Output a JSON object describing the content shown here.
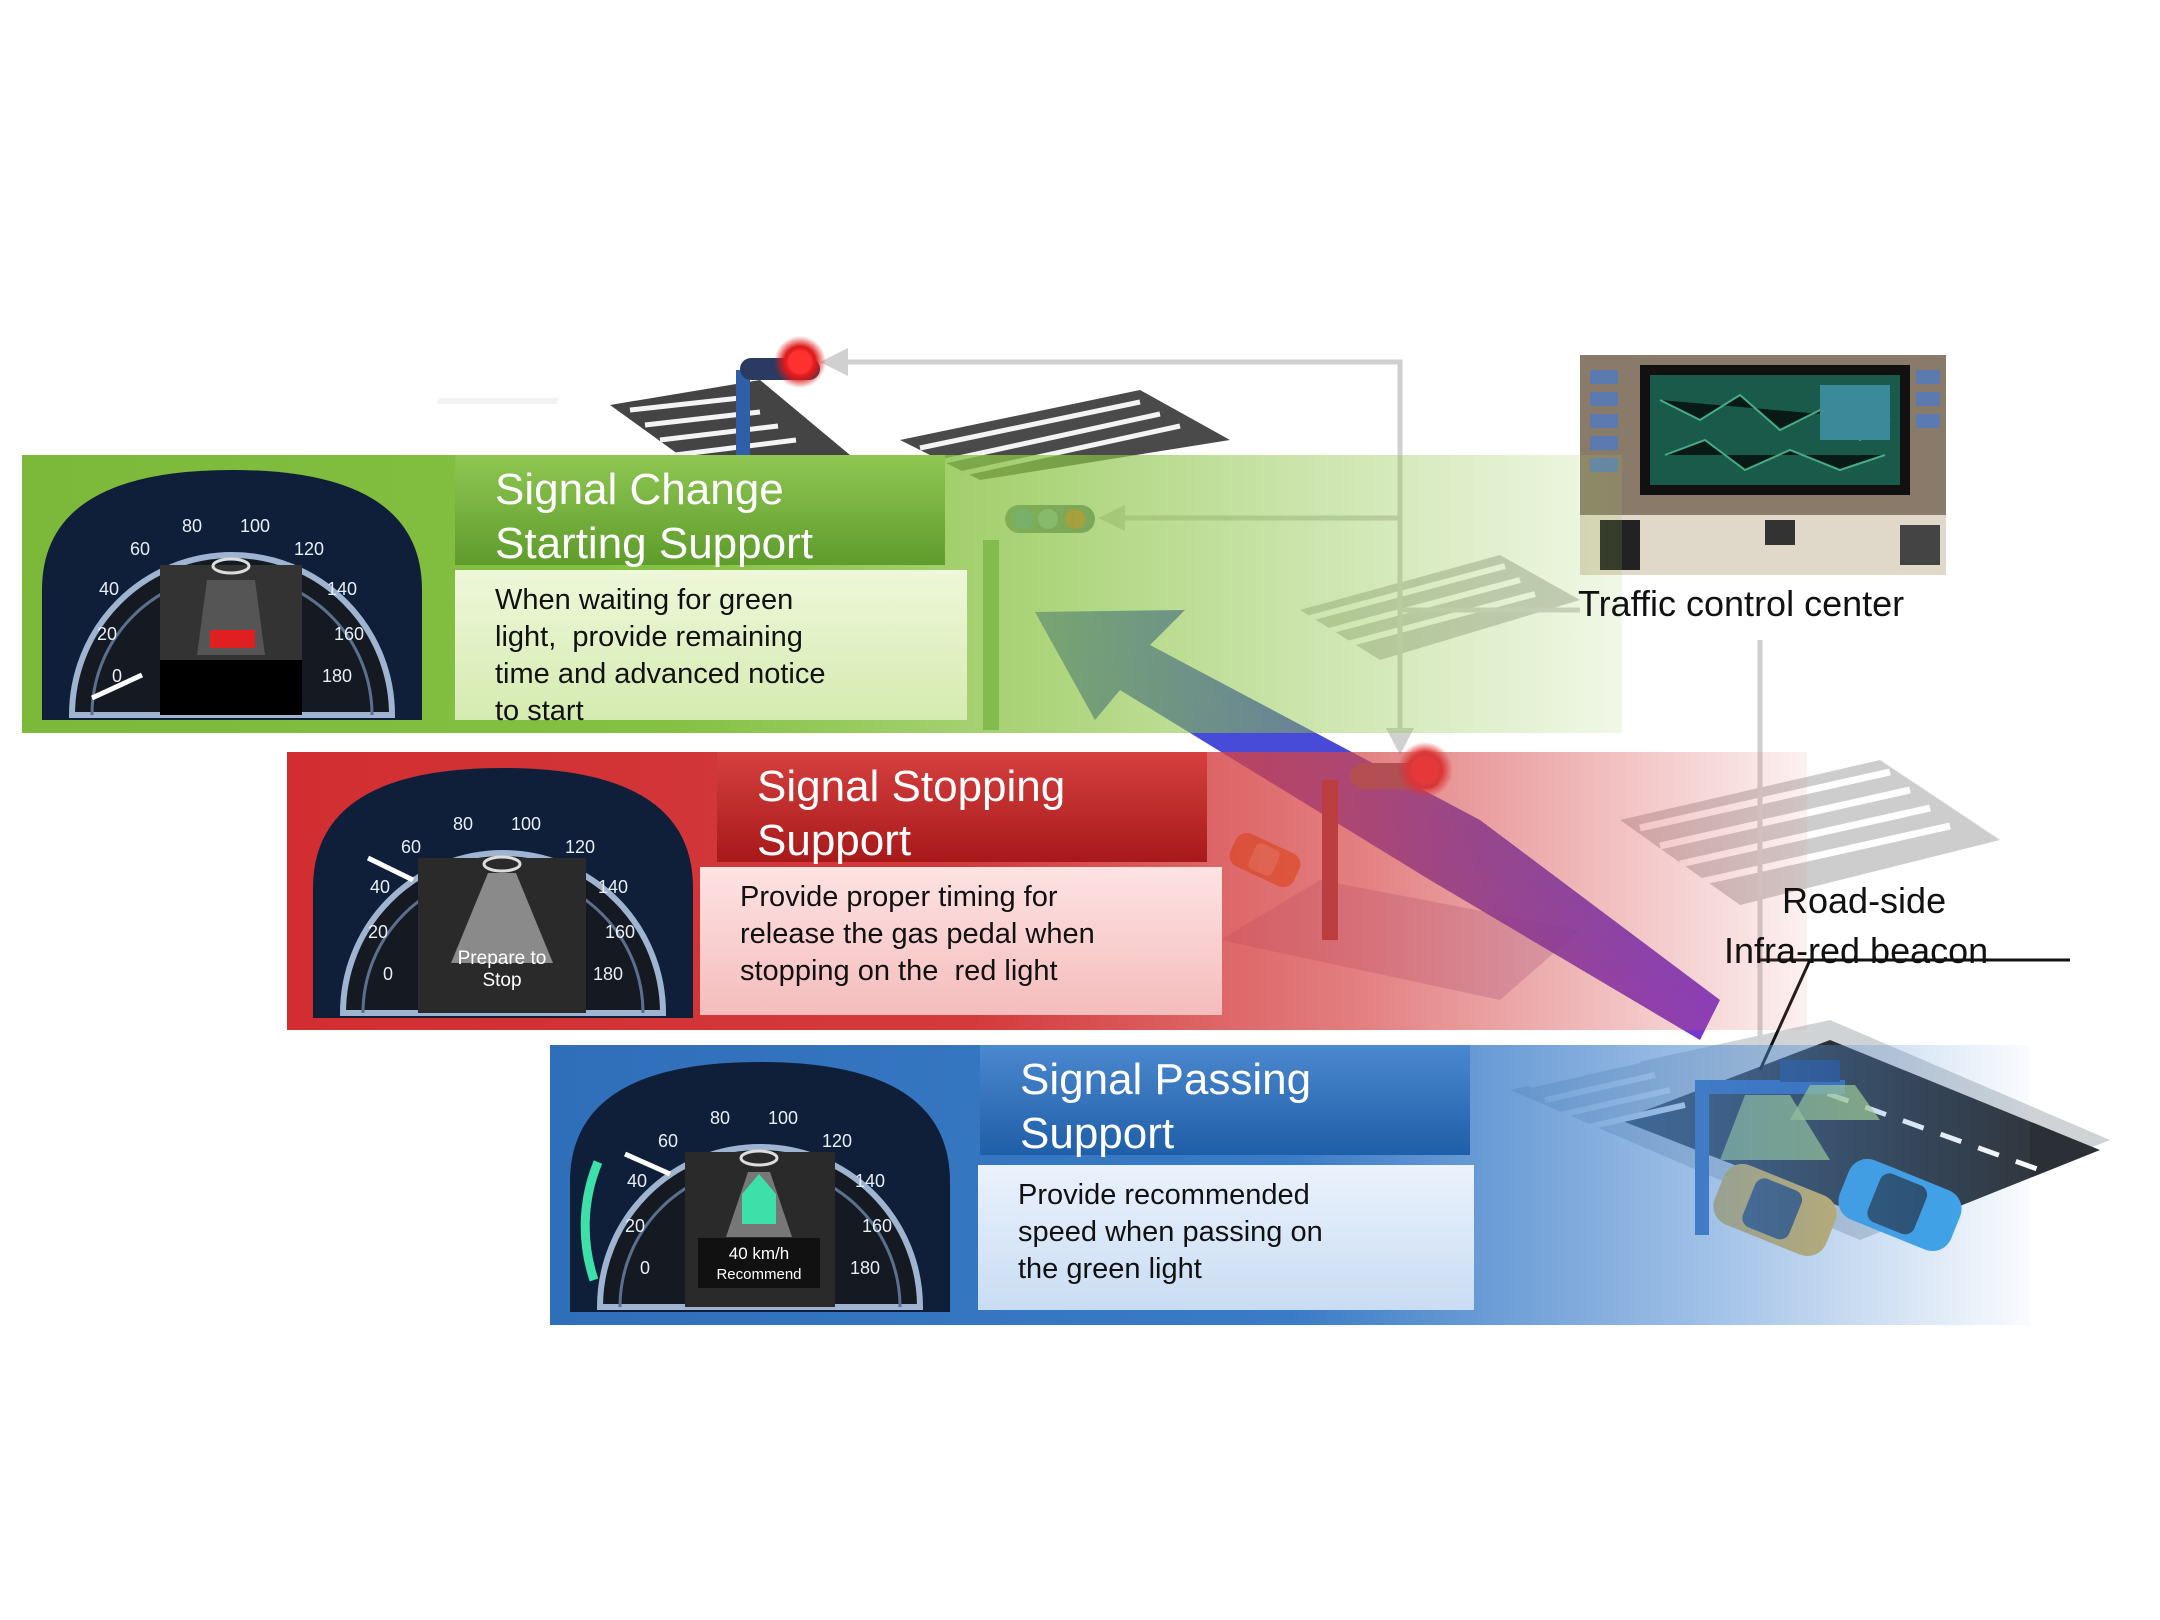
{
  "panels": {
    "signal_change": {
      "title_line1": "Signal Change",
      "title_line2": "Starting Support",
      "desc_line1": "When waiting for green",
      "desc_line2": "light,  provide remaining",
      "desc_line3": "time and advanced notice",
      "desc_line4": "to start",
      "band_color": "#7cb83a"
    },
    "signal_stopping": {
      "title_line1": "Signal Stopping",
      "title_line2": "Support",
      "desc_line1": "Provide proper timing for",
      "desc_line2": "release the gas pedal when",
      "desc_line3": "stopping on the  red light",
      "band_color": "#d22e31"
    },
    "signal_passing": {
      "title_line1": "Signal Passing",
      "title_line2": "Support",
      "desc_line1": "Provide recommended",
      "desc_line2": "speed when passing on",
      "desc_line3": "the green light",
      "band_color": "#2f6fba"
    }
  },
  "gauge_ticks": [
    "0",
    "20",
    "40",
    "60",
    "80",
    "100",
    "120",
    "140",
    "160",
    "180"
  ],
  "gauges": {
    "green": {
      "screen_text": ""
    },
    "red": {
      "screen_line1": "Prepare to",
      "screen_line2": "Stop"
    },
    "blue": {
      "screen_line1": "40 km/h",
      "screen_line2": "Recommend"
    }
  },
  "labels": {
    "traffic_control_center": "Traffic control center",
    "beacon_line1": "Road-side",
    "beacon_line2": "Infra-red  beacon"
  },
  "colors": {
    "arrow_blue": "#1f2fc8",
    "signal_red": "#e01818",
    "connector": "#d9d9d9"
  },
  "icons": [
    "traffic-light-icon",
    "car-icon",
    "monitor-icon",
    "speedometer-icon",
    "beacon-icon"
  ]
}
